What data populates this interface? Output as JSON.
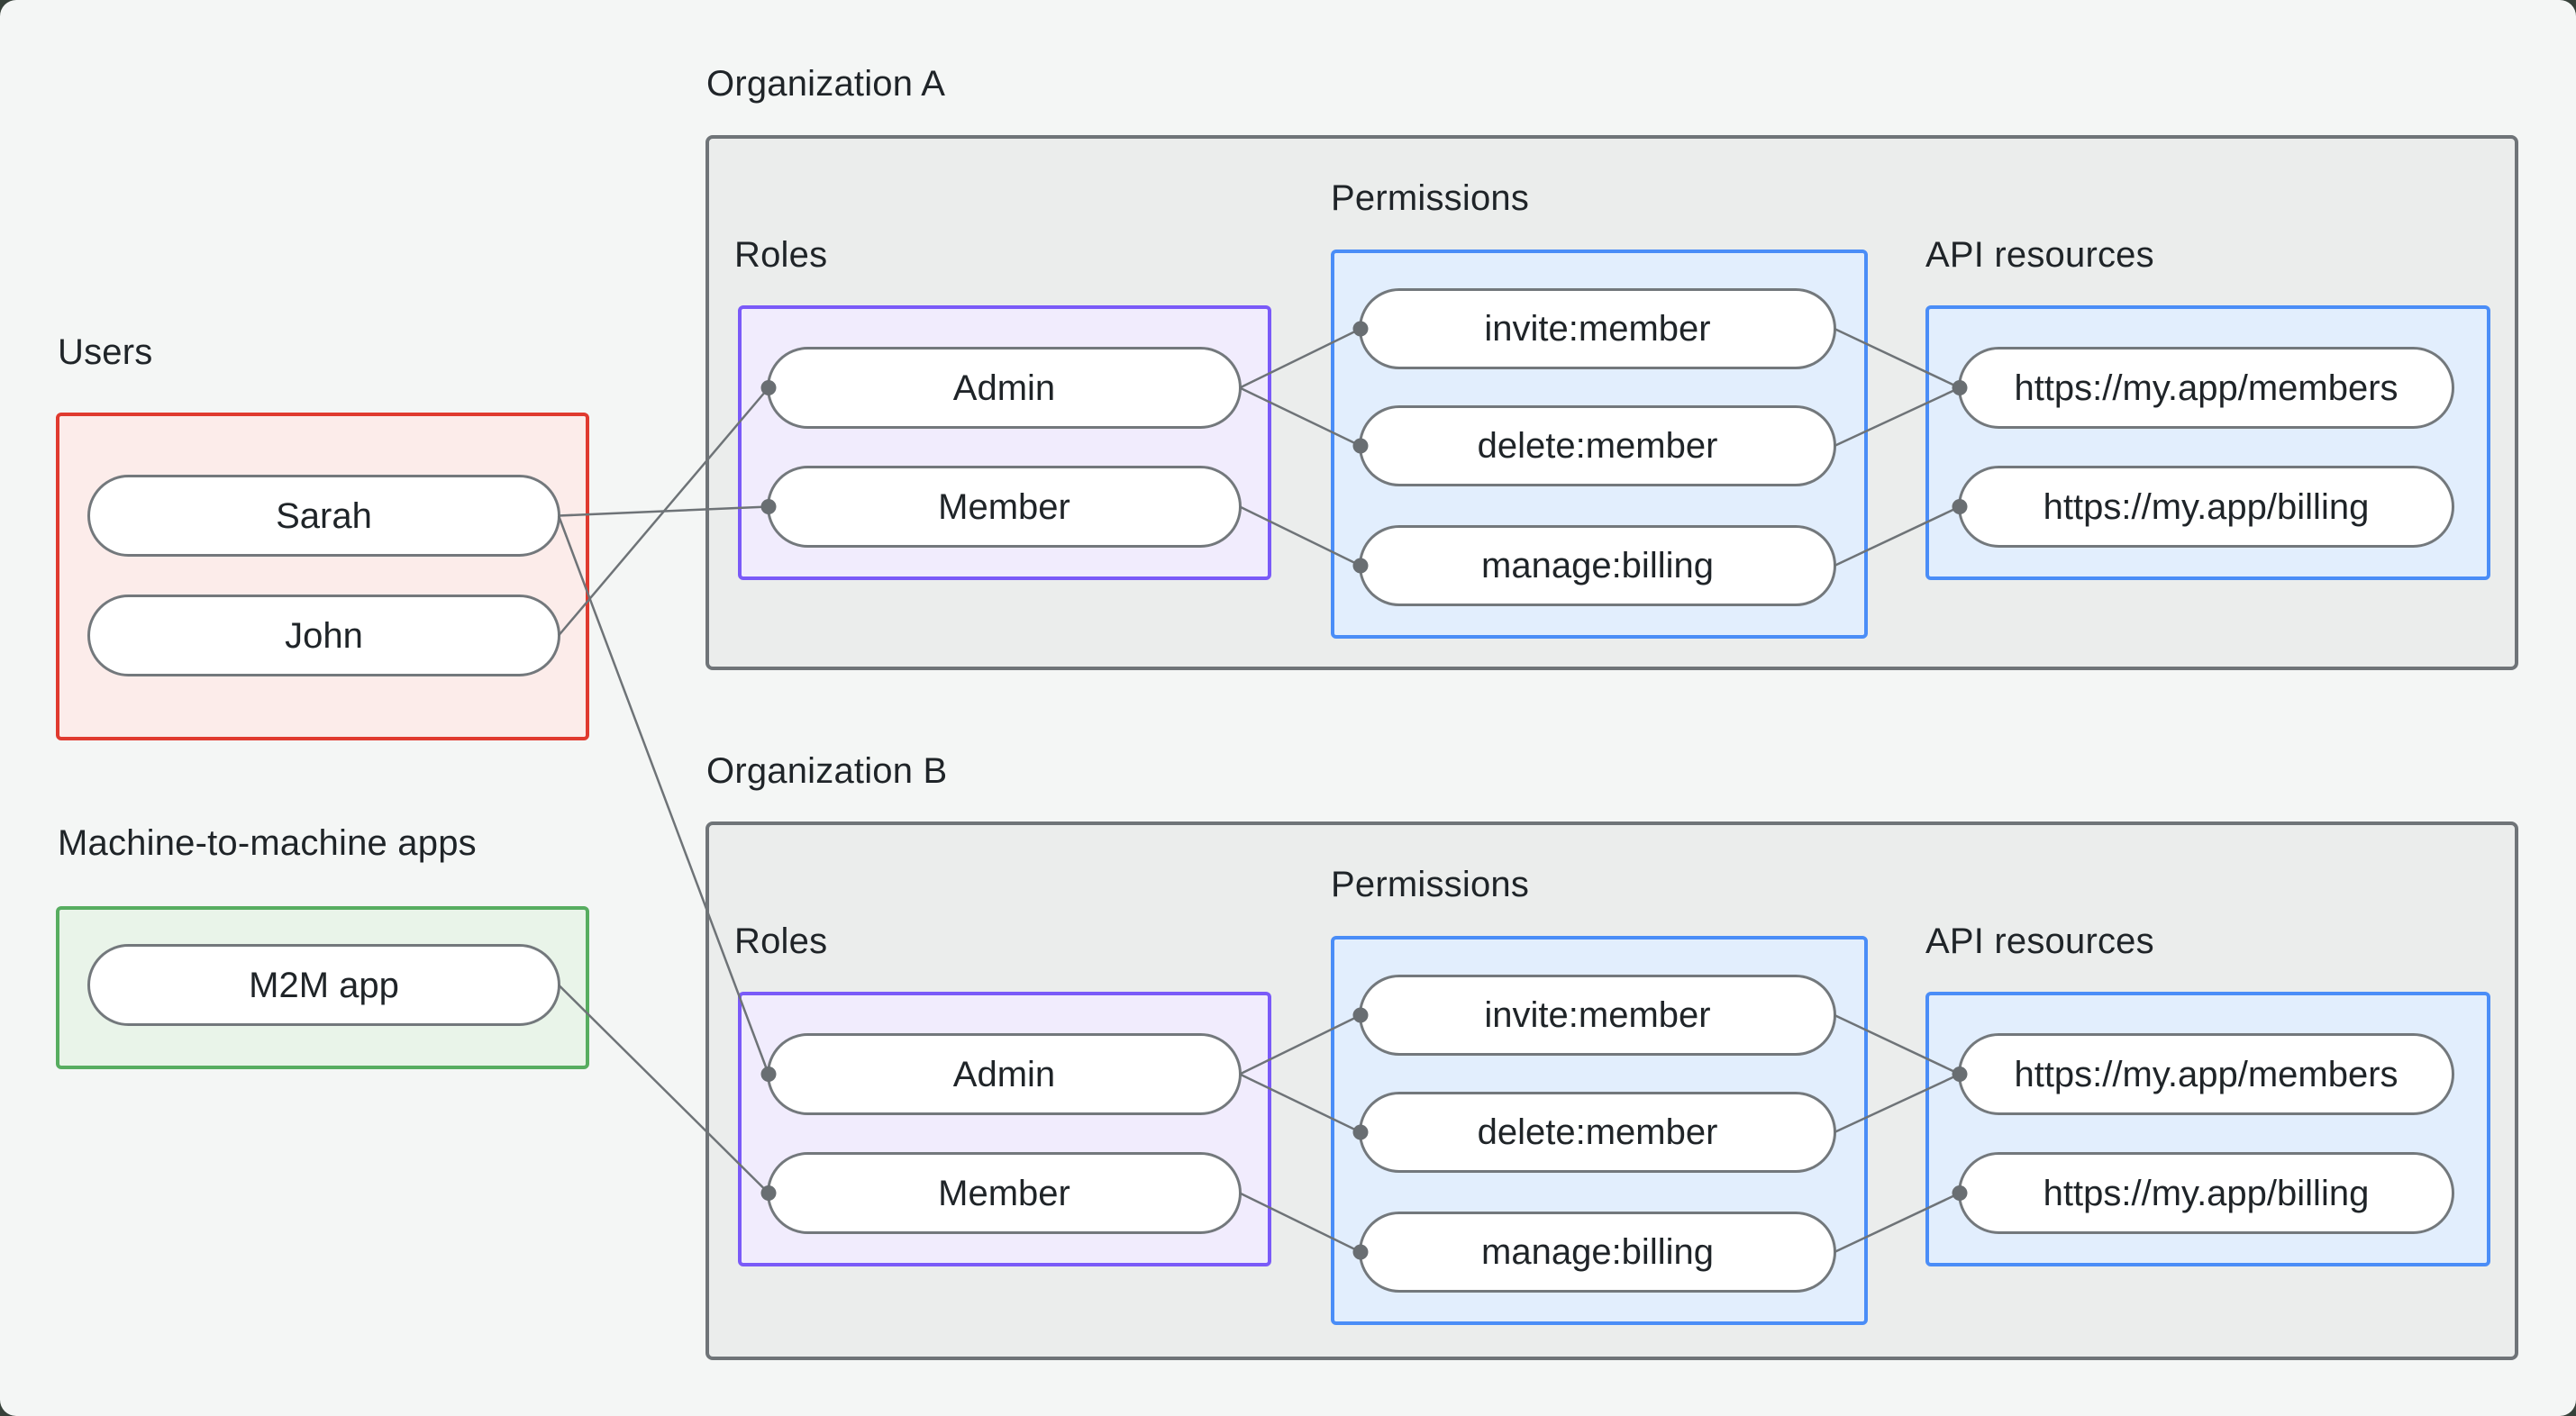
{
  "colors": {
    "outside_bg": "#37413a",
    "canvas_bg": "#f4f6f5",
    "text": "#1f2428",
    "org_fill": "#ebedec",
    "org_border": "#6f7478",
    "users_fill": "#fcecea",
    "users_border": "#e03a2f",
    "m2m_fill": "#e9f4e9",
    "m2m_border": "#57ad60",
    "roles_fill": "#f1ecfd",
    "roles_border": "#7a5af8",
    "blue_fill": "#e2eefd",
    "blue_border": "#4a8df7",
    "pill_fill": "#ffffff",
    "pill_border": "#73787c",
    "connector": "#6e7377",
    "dot": "#696e72"
  },
  "titles": {
    "users": "Users",
    "m2m": "Machine-to-machine apps",
    "org_a": "Organization A",
    "org_b": "Organization B"
  },
  "sections": {
    "org_a": {
      "roles": "Roles",
      "permissions": "Permissions",
      "api": "API resources"
    },
    "org_b": {
      "roles": "Roles",
      "permissions": "Permissions",
      "api": "API resources"
    }
  },
  "nodes": {
    "sarah": "Sarah",
    "john": "John",
    "m2m_app": "M2M app",
    "admin_a": "Admin",
    "member_a": "Member",
    "invite_a": "invite:member",
    "delete_a": "delete:member",
    "manage_a": "manage:billing",
    "members_a": "https://my.app/members",
    "billing_a": "https://my.app/billing",
    "admin_b": "Admin",
    "member_b": "Member",
    "invite_b": "invite:member",
    "delete_b": "delete:member",
    "manage_b": "manage:billing",
    "members_b": "https://my.app/members",
    "billing_b": "https://my.app/billing"
  },
  "connections": [
    {
      "from": "sarah",
      "to": "member_a"
    },
    {
      "from": "john",
      "to": "admin_a"
    },
    {
      "from": "sarah",
      "to": "admin_b"
    },
    {
      "from": "m2m_app",
      "to": "member_b"
    },
    {
      "from": "admin_a",
      "to": "invite_a"
    },
    {
      "from": "admin_a",
      "to": "delete_a"
    },
    {
      "from": "member_a",
      "to": "manage_a"
    },
    {
      "from": "invite_a",
      "to": "members_a"
    },
    {
      "from": "delete_a",
      "to": "members_a"
    },
    {
      "from": "manage_a",
      "to": "billing_a"
    },
    {
      "from": "admin_b",
      "to": "invite_b"
    },
    {
      "from": "admin_b",
      "to": "delete_b"
    },
    {
      "from": "member_b",
      "to": "manage_b"
    },
    {
      "from": "invite_b",
      "to": "members_b"
    },
    {
      "from": "delete_b",
      "to": "members_b"
    },
    {
      "from": "manage_b",
      "to": "billing_b"
    }
  ],
  "edge_style": {
    "line_width": 2.5,
    "dot_radius": 8.5
  }
}
